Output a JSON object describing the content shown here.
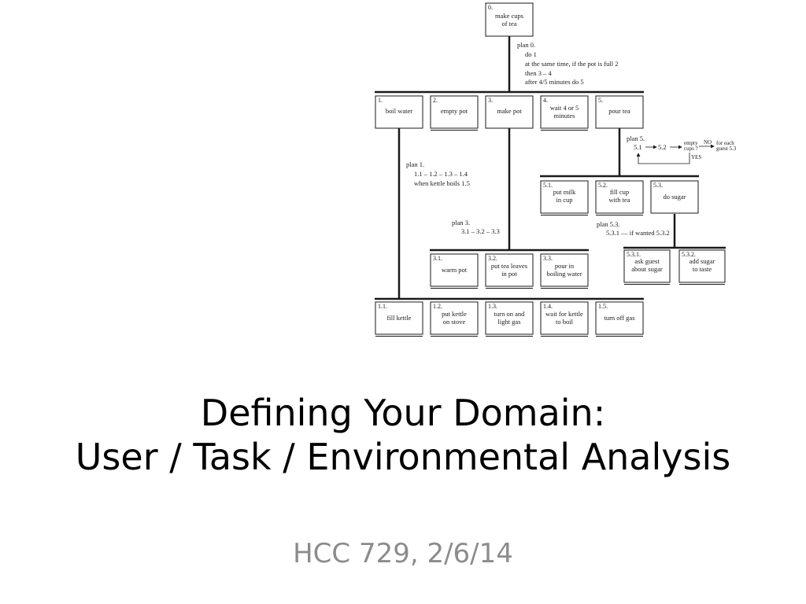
{
  "slide": {
    "title_line1": "Defining Your Domain:",
    "title_line2": "User / Task / Environmental Analysis",
    "subtitle": "HCC 729, 2/6/14"
  },
  "diagram": {
    "nodes": {
      "n0": {
        "num": "0.",
        "label1": "make cups",
        "label2": "of tea"
      },
      "n1": {
        "num": "1.",
        "label1": "boil water",
        "label2": ""
      },
      "n2": {
        "num": "2.",
        "label1": "empty pot",
        "label2": ""
      },
      "n3": {
        "num": "3.",
        "label1": "make pot",
        "label2": ""
      },
      "n4": {
        "num": "4.",
        "label1": "wait 4 or 5",
        "label2": "minutes"
      },
      "n5": {
        "num": "5.",
        "label1": "pour tea",
        "label2": ""
      },
      "n51": {
        "num": "5.1.",
        "label1": "put milk",
        "label2": "in cup"
      },
      "n52": {
        "num": "5.2.",
        "label1": "fill cup",
        "label2": "with tea"
      },
      "n53": {
        "num": "5.3.",
        "label1": "do sugar",
        "label2": ""
      },
      "n531": {
        "num": "5.3.1.",
        "label1": "ask guest",
        "label2": "about sugar"
      },
      "n532": {
        "num": "5.3.2.",
        "label1": "add sugar",
        "label2": "to taste"
      },
      "n31": {
        "num": "3.1.",
        "label1": "warm pot",
        "label2": ""
      },
      "n32": {
        "num": "3.2.",
        "label1": "put tea leaves",
        "label2": "in pot"
      },
      "n33": {
        "num": "3.3.",
        "label1": "pour in",
        "label2": "boiling water"
      },
      "n11": {
        "num": "1.1.",
        "label1": "fill kettle",
        "label2": ""
      },
      "n12": {
        "num": "1.2.",
        "label1": "put kettle",
        "label2": "on stove"
      },
      "n13": {
        "num": "1.3.",
        "label1": "turn on and",
        "label2": "light gas"
      },
      "n14": {
        "num": "1.4.",
        "label1": "wait for kettle",
        "label2": "to boil"
      },
      "n15": {
        "num": "1.5.",
        "label1": "turn off gas",
        "label2": ""
      }
    },
    "plans": {
      "plan0": {
        "l1": "plan 0.",
        "l2": "do 1",
        "l3": "at the same time, if the pot is full 2",
        "l4": "then 3 – 4",
        "l5": "after 4/5 minutes do 5"
      },
      "plan1": {
        "l1": "plan 1.",
        "l2": "1.1 – 1.2 – 1.3 – 1.4",
        "l3": "when kettle boils  1.5"
      },
      "plan3": {
        "l1": "plan 3.",
        "l2": "3.1 – 3.2 – 3.3"
      },
      "plan5": {
        "l1": "plan 5.",
        "s1": "5.1",
        "s2": "5.2",
        "q1": "empty",
        "q2": "cups ?",
        "no": "NO",
        "f1": "for each",
        "f2": "guest 5.3",
        "yes": "YES"
      },
      "plan53": {
        "l1": "plan 5.3.",
        "l2": "5.3.1 — if wanted 5.3.2"
      }
    }
  }
}
